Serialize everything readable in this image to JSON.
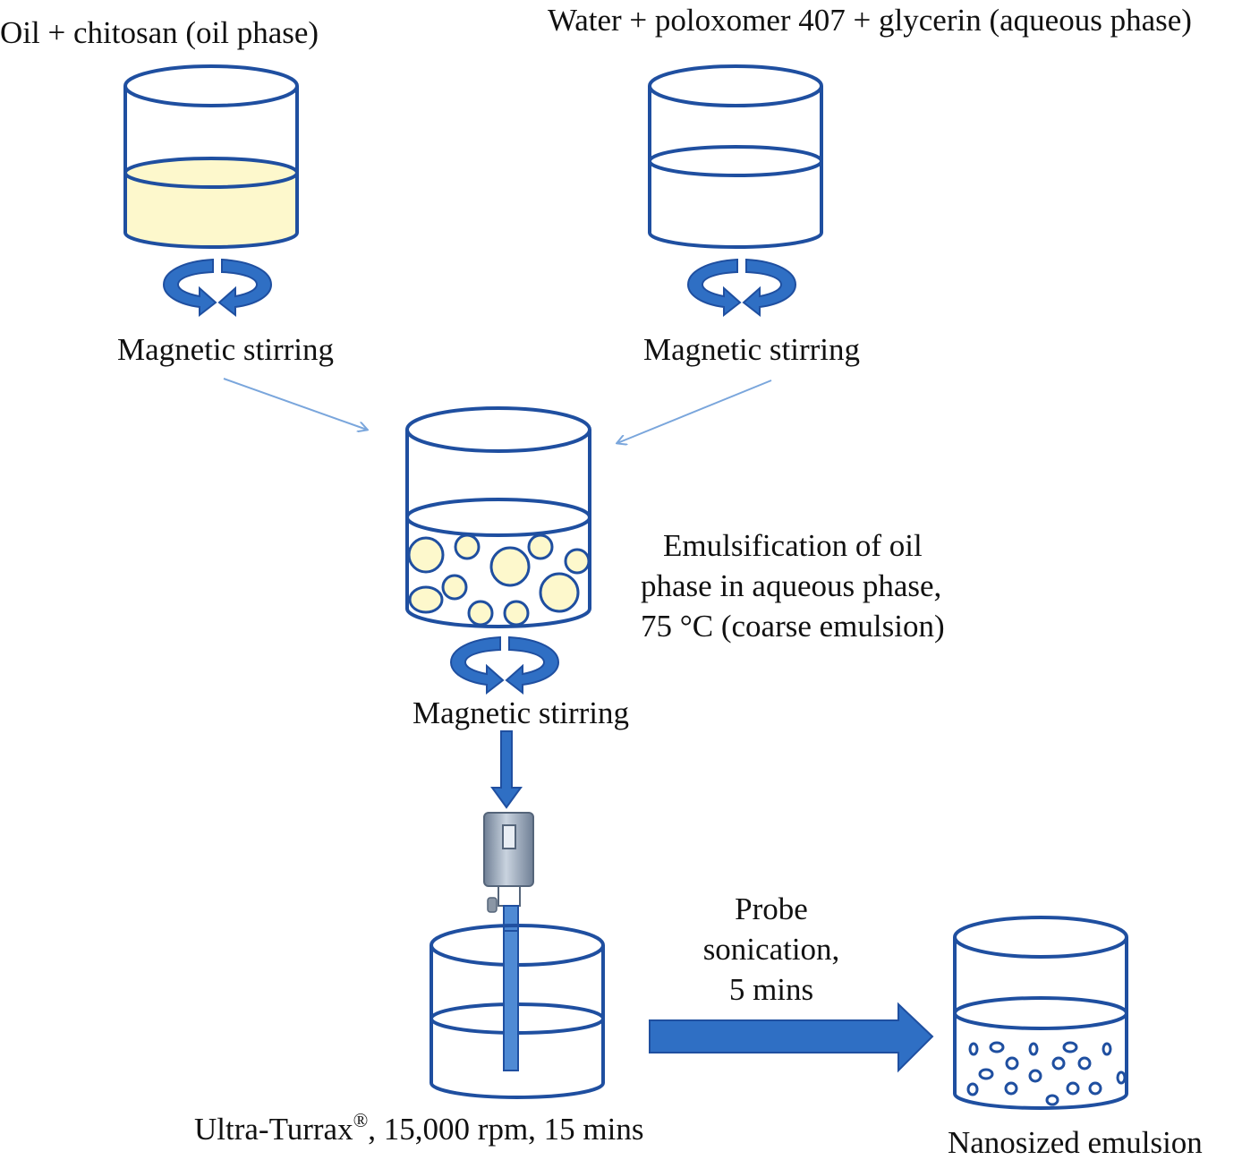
{
  "labels": {
    "oil_phase": "Oil + chitosan (oil phase)",
    "aqueous_phase": "Water + poloxomer 407 + glycerin (aqueous phase)",
    "stirring_1": "Magnetic stirring",
    "stirring_2": "Magnetic stirring",
    "stirring_3": "Magnetic stirring",
    "emulsification": [
      "Emulsification of oil",
      "phase in aqueous phase,",
      "75 °C (coarse emulsion)"
    ],
    "ultra_turrax": "Ultra-Turrax",
    "ultra_turrax_mark": "®",
    "ultra_turrax_params": ", 15,000 rpm, 15 mins",
    "probe_sonication": [
      "Probe",
      "sonication,",
      "5 mins"
    ],
    "nanosized": "Nanosized emulsion"
  },
  "colors": {
    "outline": "#1f4fa0",
    "oil_fill": "#fdf8cc",
    "arrow_blue": "#2f6fc4",
    "thin_arrow": "#7aa6dc",
    "homogenizer_body": "#9fb0c4"
  },
  "icons": [
    "beaker-icon",
    "stir-rotation-icon",
    "homogenizer-icon",
    "arrow-icon"
  ]
}
